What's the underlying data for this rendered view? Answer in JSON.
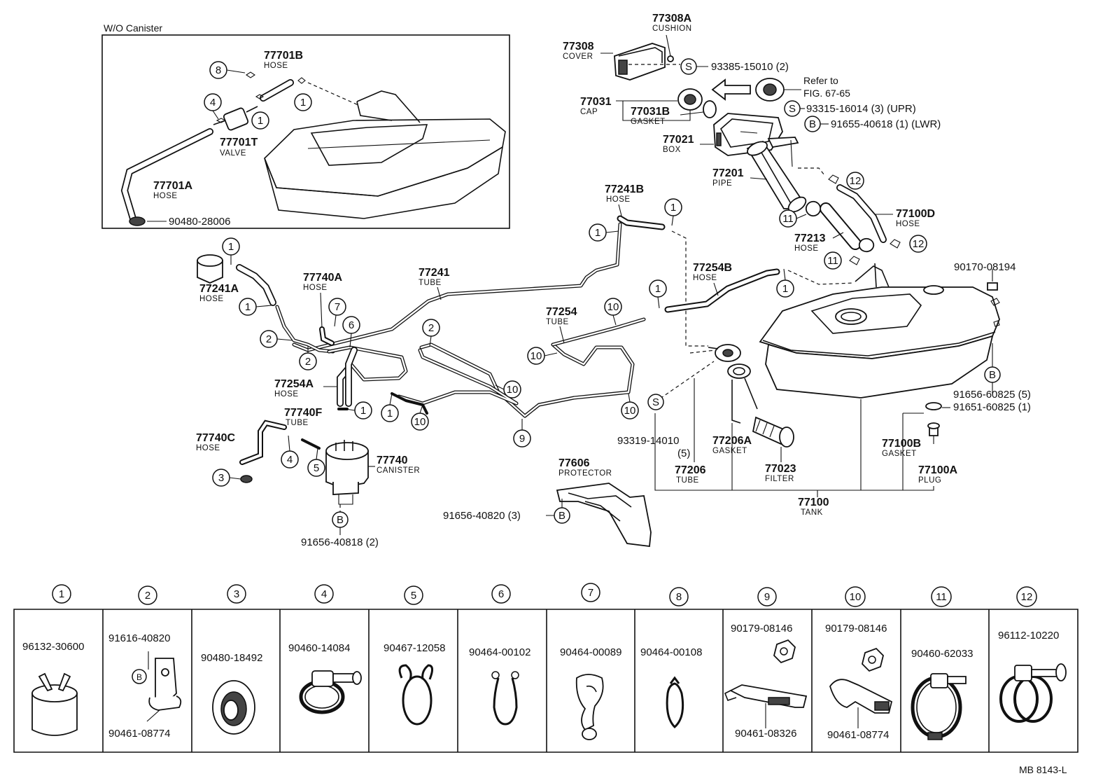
{
  "frame": {
    "title": "W/O Canister",
    "parts": [
      {
        "id": "77701B",
        "label": "HOSE"
      },
      {
        "id": "77701T",
        "label": "VALVE"
      },
      {
        "id": "77701A",
        "label": "HOSE"
      },
      {
        "id": "90480-28006"
      }
    ],
    "callouts": [
      "8",
      "4",
      "1",
      "1"
    ]
  },
  "top_right": {
    "cushion": {
      "id": "77308A",
      "label": "CUSHION"
    },
    "cover": {
      "id": "77308",
      "label": "COVER"
    },
    "screw1": "93385-15010 (2)",
    "refer_line1": "Refer to",
    "refer_line2": "FIG. 67-65",
    "cap": {
      "id": "77031",
      "label": "CAP"
    },
    "gasket": {
      "id": "77031B",
      "label": "GASKET"
    },
    "screw2": "93315-16014 (3) (UPR)",
    "bolt1": "91655-40618 (1) (LWR)",
    "box": {
      "id": "77021",
      "label": "BOX"
    },
    "pipe": {
      "id": "77201",
      "label": "PIPE"
    },
    "hose_d": {
      "id": "77100D",
      "label": "HOSE"
    },
    "hose_213": {
      "id": "77213",
      "label": "HOSE"
    },
    "callouts": [
      "12",
      "11",
      "12",
      "11"
    ]
  },
  "main": {
    "hose_241b": {
      "id": "77241B",
      "label": "HOSE"
    },
    "hose_241a": {
      "id": "77241A",
      "label": "HOSE"
    },
    "hose_740a": {
      "id": "77740A",
      "label": "HOSE"
    },
    "tube_241": {
      "id": "77241",
      "label": "TUBE"
    },
    "tube_254": {
      "id": "77254",
      "label": "TUBE"
    },
    "hose_254b": {
      "id": "77254B",
      "label": "HOSE"
    },
    "hose_254a": {
      "id": "77254A",
      "label": "HOSE"
    },
    "tube_740f": {
      "id": "77740F",
      "label": "TUBE"
    },
    "hose_740c": {
      "id": "77740C",
      "label": "HOSE"
    },
    "canister": {
      "id": "77740",
      "label": "CANISTER"
    },
    "bolt_canister": "91656-40818 (2)",
    "protector": {
      "id": "77606",
      "label": "PROTECTOR"
    },
    "bolt_protector": "91656-40820 (3)",
    "screw3_line1": "93319-14010",
    "screw3_line2": "(5)",
    "tube_206": {
      "id": "77206",
      "label": "TUBE"
    },
    "gasket_206a": {
      "id": "77206A",
      "label": "GASKET"
    },
    "filter": {
      "id": "77023",
      "label": "FILTER"
    },
    "tank": {
      "id": "77100",
      "label": "TANK"
    },
    "gasket_100b": {
      "id": "77100B",
      "label": "GASKET"
    },
    "plug": {
      "id": "77100A",
      "label": "PLUG"
    },
    "nut": "90170-08194",
    "bolt_tank1": "91656-60825 (5)",
    "bolt_tank2": "91651-60825 (1)",
    "callouts": [
      "1",
      "1",
      "1",
      "1",
      "1",
      "1",
      "1",
      "1",
      "2",
      "2",
      "2",
      "3",
      "4",
      "5",
      "6",
      "7",
      "9",
      "10",
      "10",
      "10",
      "10",
      "10"
    ]
  },
  "symbols": {
    "s": "S",
    "b": "B"
  },
  "legend": {
    "cells": [
      {
        "num": "1",
        "parts": [
          "96132-30600"
        ]
      },
      {
        "num": "2",
        "parts": [
          "91616-40820",
          "90461-08774"
        ]
      },
      {
        "num": "3",
        "parts": [
          "90480-18492"
        ]
      },
      {
        "num": "4",
        "parts": [
          "90460-14084"
        ]
      },
      {
        "num": "5",
        "parts": [
          "90467-12058"
        ]
      },
      {
        "num": "6",
        "parts": [
          "90464-00102"
        ]
      },
      {
        "num": "7",
        "parts": [
          "90464-00089"
        ]
      },
      {
        "num": "8",
        "parts": [
          "90464-00108"
        ]
      },
      {
        "num": "9",
        "parts": [
          "90179-08146",
          "90461-08326"
        ]
      },
      {
        "num": "10",
        "parts": [
          "90179-08146",
          "90461-08774"
        ]
      },
      {
        "num": "11",
        "parts": [
          "90460-62033"
        ]
      },
      {
        "num": "12",
        "parts": [
          "96112-10220"
        ]
      }
    ]
  },
  "footer": {
    "code": "MB 8143-L"
  }
}
